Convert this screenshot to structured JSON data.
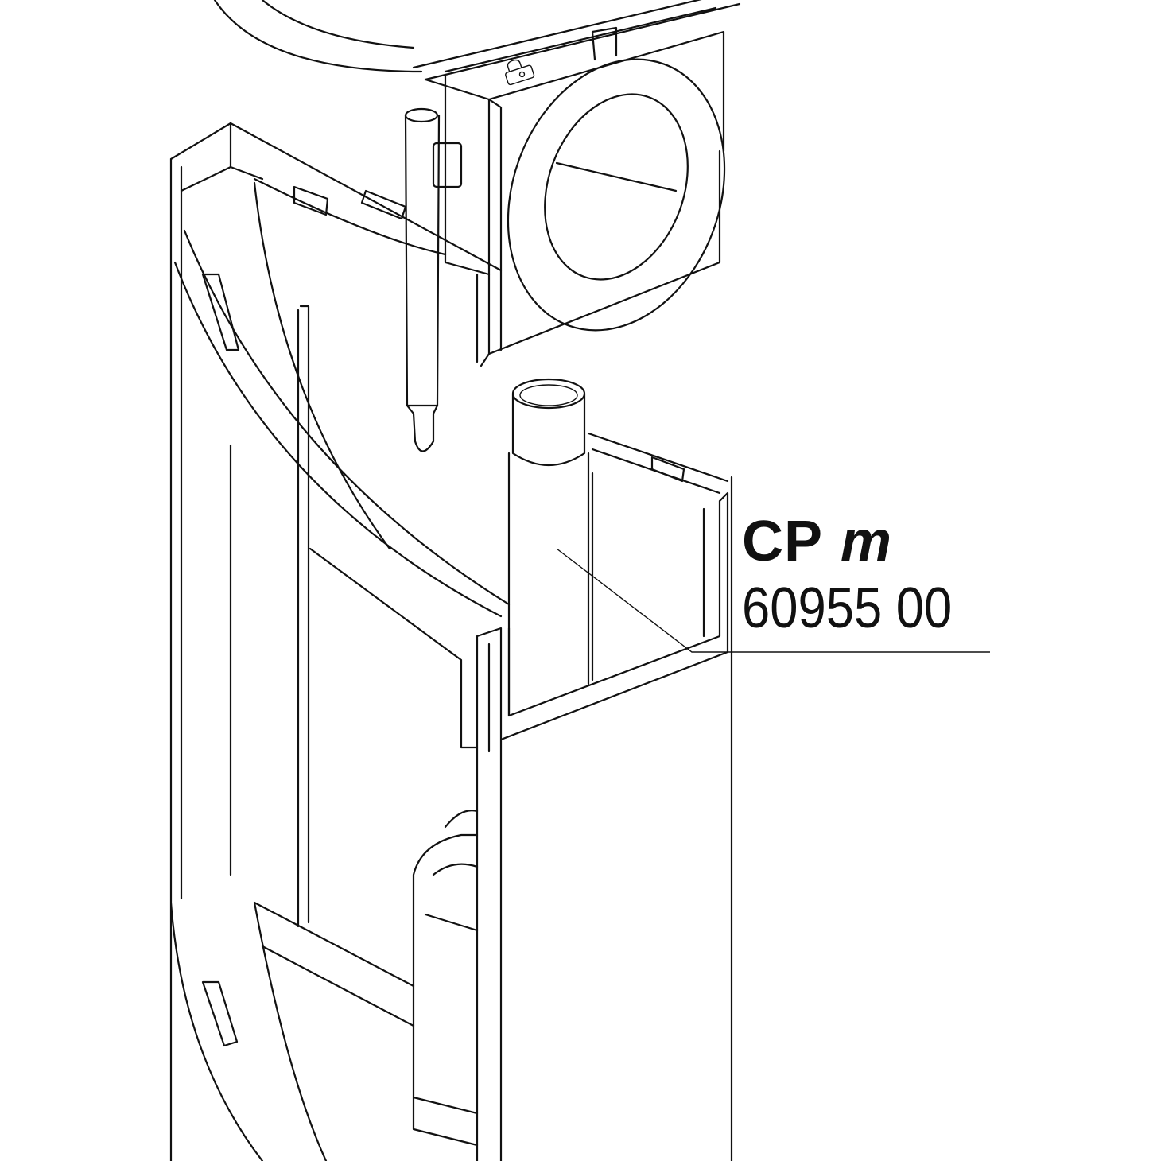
{
  "callout": {
    "model_prefix": "CP",
    "model_suffix": "m",
    "part_number": "60955 00"
  },
  "icons": [
    "lock-icon"
  ]
}
